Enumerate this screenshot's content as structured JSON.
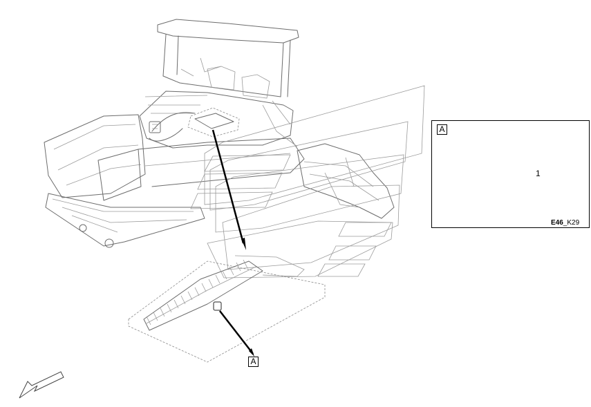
{
  "detail_view": {
    "tag": "A",
    "item_number": "1",
    "code_bold": "E46",
    "code_rest": "_K29"
  },
  "callout": {
    "tag": "A"
  },
  "icons": [
    "relay-icon",
    "direction-arrow-icon"
  ]
}
